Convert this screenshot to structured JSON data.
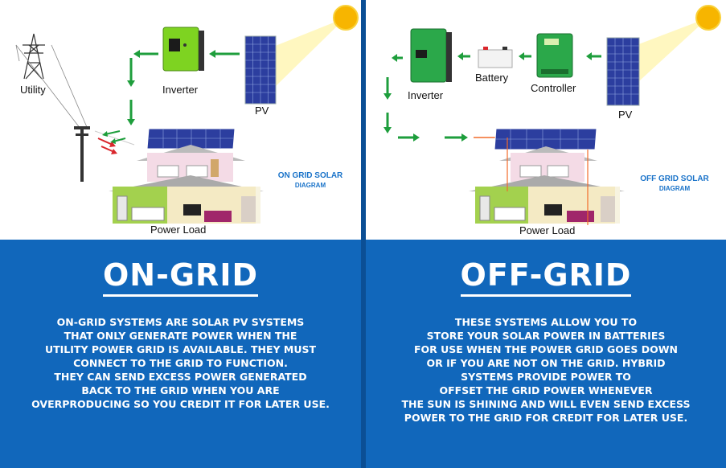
{
  "on_grid": {
    "labels": {
      "utility": "Utility",
      "inverter": "Inverter",
      "pv": "PV",
      "power_load": "Power Load"
    },
    "diagram_title": {
      "line1": "ON GRID SOLAR",
      "line2": "DIAGRAM"
    },
    "heading": "ON-GRID",
    "description": [
      "ON-GRID SYSTEMS ARE SOLAR PV SYSTEMS",
      "THAT ONLY GENERATE POWER WHEN THE",
      "UTILITY POWER GRID IS AVAILABLE. THEY MUST",
      "CONNECT TO THE GRID TO FUNCTION.",
      "THEY CAN SEND EXCESS POWER GENERATED",
      "BACK TO THE GRID WHEN YOU ARE",
      "OVERPRODUCING SO YOU CREDIT IT FOR LATER USE."
    ]
  },
  "off_grid": {
    "labels": {
      "inverter": "Inverter",
      "battery": "Battery",
      "controller": "Controller",
      "pv": "PV",
      "power_load": "Power Load"
    },
    "diagram_title": {
      "line1": "OFF GRID SOLAR",
      "line2": "DIAGRAM"
    },
    "heading": "OFF-GRID",
    "description": [
      "THESE SYSTEMS ALLOW YOU TO",
      "STORE YOUR SOLAR POWER IN BATTERIES",
      "FOR USE  WHEN THE POWER GRID GOES DOWN",
      "OR IF YOU ARE NOT ON THE GRID. HYBRID",
      "SYSTEMS PROVIDE POWER TO",
      "OFFSET THE GRID POWER WHENEVER",
      "THE SUN IS SHINING AND WILL EVEN SEND EXCESS",
      "POWER TO THE GRID FOR CREDIT FOR LATER USE."
    ]
  },
  "colors": {
    "blue_panel": "#1167bb",
    "arrow_green": "#1e9e3c",
    "inverter_green": "#7ed321",
    "solar_blue": "#2c3e9f",
    "sun": "#f7b500"
  }
}
